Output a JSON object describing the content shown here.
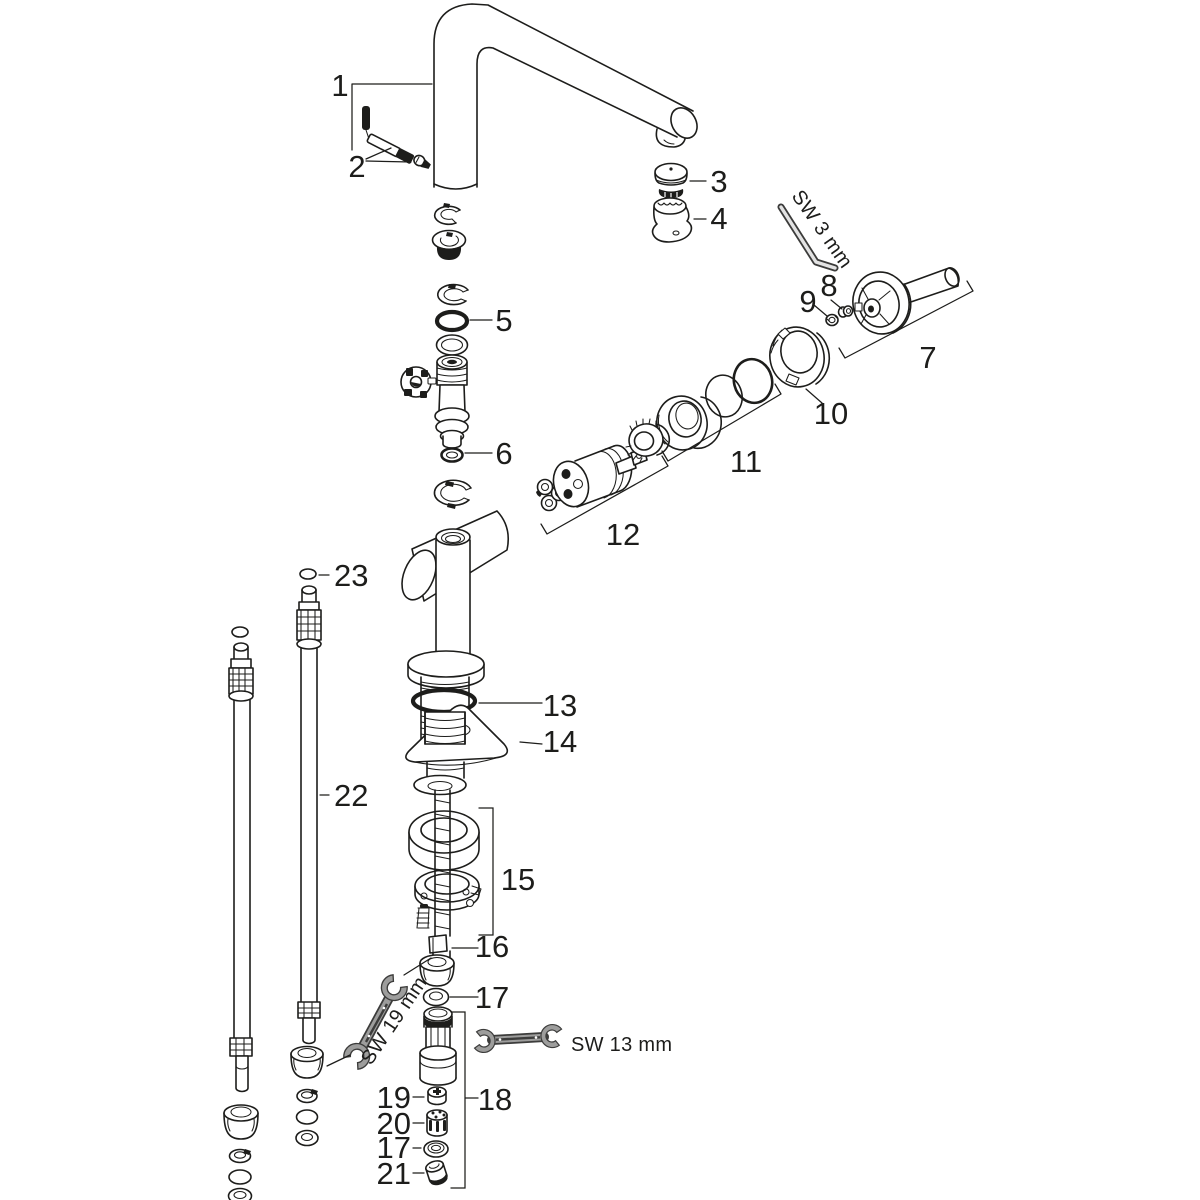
{
  "diagram": {
    "type": "exploded-parts-diagram",
    "callouts": {
      "c1": "1",
      "c2": "2",
      "c3": "3",
      "c4": "4",
      "c5": "5",
      "c6": "6",
      "c7": "7",
      "c8": "8",
      "c9": "9",
      "c10": "10",
      "c11": "11",
      "c12": "12",
      "c13": "13",
      "c14": "14",
      "c15": "15",
      "c16": "16",
      "c17": "17",
      "c18": "18",
      "c19": "19",
      "c20": "20",
      "c21": "21",
      "c22": "22",
      "c23": "23"
    },
    "tools": {
      "allen_key_label": "SW 3 mm",
      "wrench19_label": "SW 19 mm",
      "wrench13_label": "SW 13 mm"
    },
    "colors": {
      "line": "#1d1d1b",
      "tool_fill": "#9d9d9c",
      "background": "#ffffff"
    }
  }
}
